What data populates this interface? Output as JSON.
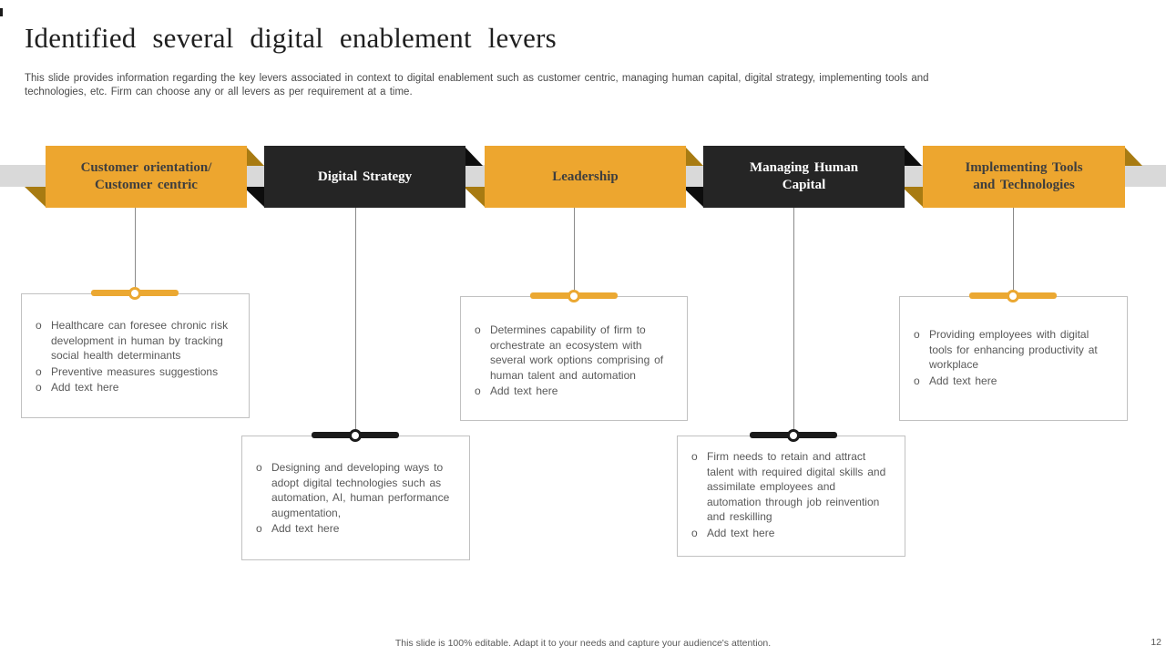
{
  "slide": {
    "title": "Identified several digital enablement levers",
    "subtitle": "This slide provides information regarding the key levers associated in context to digital enablement such as customer centric, managing human capital, digital strategy, implementing tools and technologies, etc. Firm can choose any or all levers as per requirement at a time.",
    "footer": "This slide is 100% editable. Adapt it to your needs and capture your audience's attention.",
    "page_number": "12"
  },
  "colors": {
    "gold": "#EDA62F",
    "gold_dark": "#A87B12",
    "gold_marker": "#EBA832",
    "charcoal": "#252525",
    "charcoal_dark": "#0D0D0D",
    "charcoal_marker": "#1B1B1B",
    "band": "#D9D9D9"
  },
  "levers": [
    {
      "title": "Customer orientation/ Customer centric",
      "theme": "gold",
      "bullets": [
        "Healthcare can foresee chronic risk development  in human by tracking social health determinants",
        "Preventive  measures suggestions",
        "Add text here"
      ]
    },
    {
      "title": "Digital Strategy",
      "theme": "charcoal",
      "bullets": [
        "Designing  and developing  ways to adopt digital technologies  such as automation,  AI, human performance  augmentation,",
        "Add text here"
      ]
    },
    {
      "title": "Leadership",
      "theme": "gold",
      "bullets": [
        "Determines  capability of firm to orchestrate  an ecosystem with several  work options  comprising of human talent  and  automation",
        "Add text here"
      ]
    },
    {
      "title": "Managing Human Capital",
      "theme": "charcoal",
      "bullets": [
        "Firm needs to retain  and attract talent with required  digital skills and assimilate employees  and automation  through  job reinvention and reskilling",
        "Add text here"
      ]
    },
    {
      "title": "Implementing  Tools and Technologies",
      "theme": "gold",
      "bullets": [
        "Providing  employees  with digital tools for enhancing  productivity at workplace",
        "Add text here"
      ]
    }
  ]
}
